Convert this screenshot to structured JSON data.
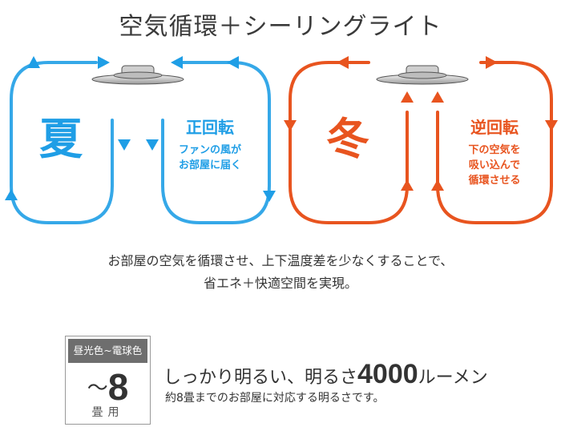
{
  "title": "空気循環＋シーリングライト",
  "summer": {
    "season": "夏",
    "mode": "正回転",
    "caption_line1": "ファンの風が",
    "caption_line2": "お部屋に届く",
    "color": "#1f9ee6"
  },
  "winter": {
    "season": "冬",
    "mode": "逆回転",
    "caption_line1": "下の空気を",
    "caption_line2": "吸い込んで",
    "caption_line3": "循環させる",
    "color": "#e8541f"
  },
  "description": {
    "line1": "お部屋の空気を循環させ、上下温度差を少なくすることで、",
    "line2": "省エネ＋快適空間を実現。"
  },
  "badge": {
    "header": "昼光色~電球色",
    "tilde": "～",
    "number": "8",
    "unit": "畳用"
  },
  "brightness": {
    "prefix": "しっかり明るい、明るさ",
    "lumens": "4000",
    "suffix": "ルーメン",
    "note": "約8畳までのお部屋に対応する明るさです。"
  }
}
